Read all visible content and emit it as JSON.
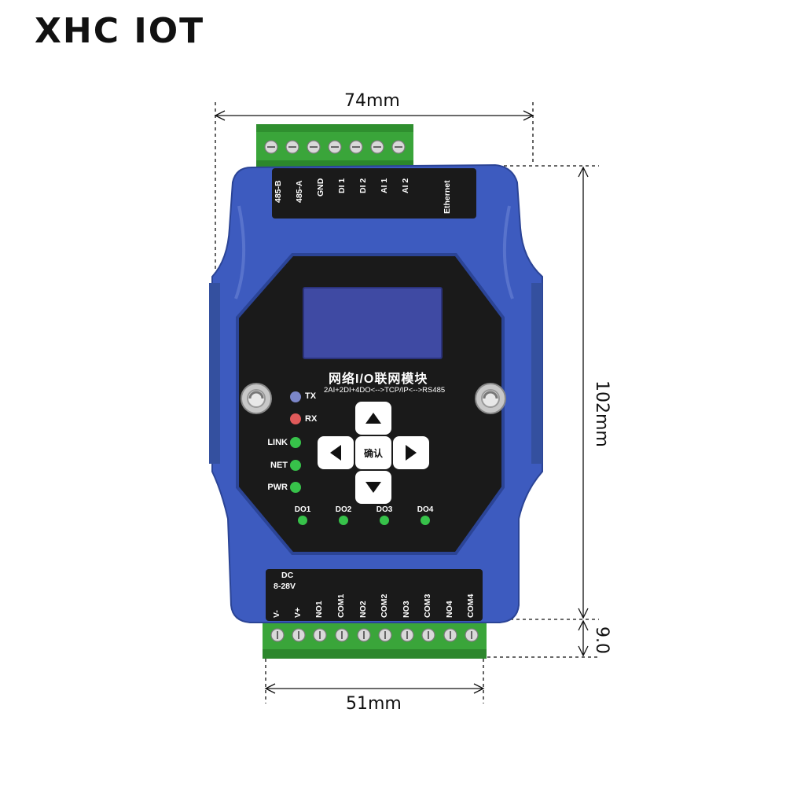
{
  "brand": "XHC IOT",
  "dimensions": {
    "width_top": "74mm",
    "width_bottom": "51mm",
    "height": "102mm",
    "terminal_height": "9.0"
  },
  "top_terminals": [
    "485-B",
    "485-A",
    "GND",
    "DI 1",
    "DI 2",
    "AI 1",
    "AI 2"
  ],
  "ethernet_label": "Ethernet",
  "device": {
    "title": "网络I/O联网模块",
    "subtitle": "2AI+2DI+4DO<-->TCP/IP<-->RS485",
    "ok_button": "确认"
  },
  "leds": [
    {
      "label": "TX",
      "color": "#7b86c9"
    },
    {
      "label": "RX",
      "color": "#e05a5a"
    },
    {
      "label": "LINK",
      "color": "#37c24a"
    },
    {
      "label": "NET",
      "color": "#37c24a"
    },
    {
      "label": "PWR",
      "color": "#37c24a"
    }
  ],
  "do_leds": [
    "DO1",
    "DO2",
    "DO3",
    "DO4"
  ],
  "power_label": {
    "line1": "DC",
    "line2": "8-28V"
  },
  "bottom_terminals": [
    "V-",
    "V+",
    "NO1",
    "COM1",
    "NO2",
    "COM2",
    "NO3",
    "COM3",
    "NO4",
    "COM4"
  ],
  "colors": {
    "body_blue": "#3d5bbf",
    "terminal_green": "#3aa53a",
    "panel_black": "#1a1a1a"
  }
}
